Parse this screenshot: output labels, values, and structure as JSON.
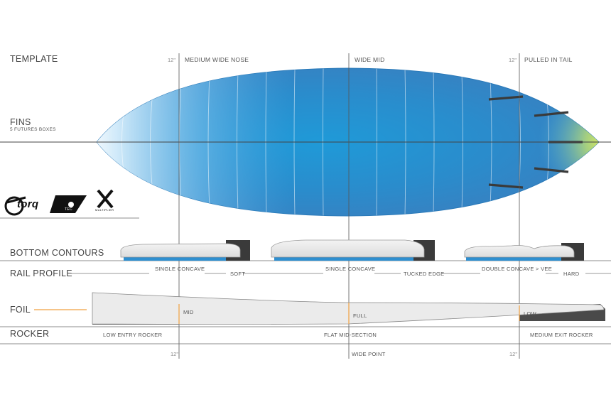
{
  "sections": {
    "template": "TEMPLATE",
    "fins": "FINS",
    "fins_sub": "5 FUTURES BOXES",
    "bottom_contours": "BOTTOM  CONTOURS",
    "rail_profile": "RAIL PROFILE",
    "foil": "FOIL",
    "rocker": "ROCKER"
  },
  "template": {
    "nose": "MEDIUM WIDE NOSE",
    "mid": "WIDE MID",
    "tail": "PULLED IN TAIL",
    "measure_left": "12\"",
    "measure_right": "12\""
  },
  "bottom": {
    "nose": "SINGLE CONCAVE",
    "mid": "SINGLE CONCAVE",
    "tail": "DOUBLE CONCAVE > VEE"
  },
  "rail": {
    "nose": "SOFT",
    "mid": "TUCKED EDGE",
    "tail": "HARD"
  },
  "foil": {
    "nose": "MID",
    "mid": "FULL",
    "tail": "LOW"
  },
  "rocker": {
    "nose": "LOW ENTRY ROCKER",
    "mid": "FLAT MID-SECTION",
    "tail": "MEDIUM EXIT ROCKER"
  },
  "footer": {
    "left": "12\"",
    "mid": "WIDE POINT",
    "right": "12\""
  },
  "brands": {
    "torq": "torq",
    "tec": "TEC",
    "multiplier": "MULTIPLIER"
  },
  "colors": {
    "board_blue": "#2b8fd0",
    "board_light": "#d6ecfa",
    "tail_glow": "#e8f23a",
    "accent_orange": "#f0a040",
    "fin_box": "#3a3a3a"
  }
}
